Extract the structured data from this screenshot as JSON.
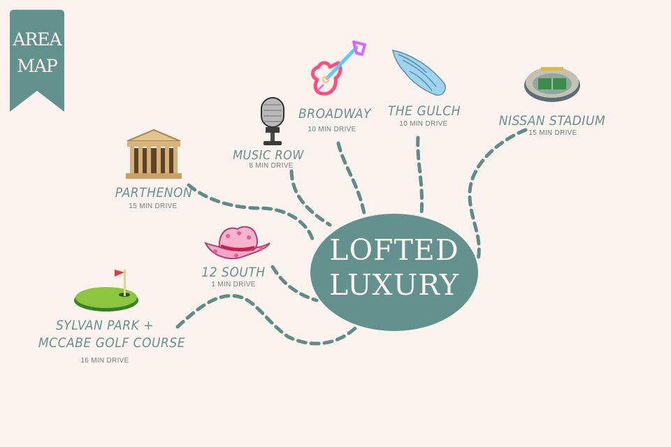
{
  "ribbon": {
    "line1": "AREA",
    "line2": "MAP"
  },
  "hub": {
    "line1": "LOFTED",
    "line2": "LUXURY"
  },
  "colors": {
    "background": "#fcf3ee",
    "accent": "#63918d",
    "text": "#65918f",
    "drive_text": "#6e7f7e"
  },
  "locations": [
    {
      "name": "BROADWAY",
      "drive": "10 MIN DRIVE",
      "icon": "guitar-icon"
    },
    {
      "name": "THE GULCH",
      "drive": "10 MIN DRIVE",
      "icon": "wing-icon"
    },
    {
      "name": "NISSAN STADIUM",
      "drive": "15 MIN DRIVE",
      "icon": "stadium-icon"
    },
    {
      "name": "MUSIC ROW",
      "drive": "8 MIN DRIVE",
      "icon": "microphone-icon"
    },
    {
      "name": "PARTHENON",
      "drive": "15 MIN DRIVE",
      "icon": "parthenon-icon"
    },
    {
      "name": "12 SOUTH",
      "drive": "1 MIN DRIVE",
      "icon": "cowboy-hat-icon"
    },
    {
      "name_line1": "SYLVAN PARK +",
      "name_line2": "MCCABE GOLF COURSE",
      "drive": "16 MIN DRIVE",
      "icon": "golf-flag-icon"
    }
  ]
}
